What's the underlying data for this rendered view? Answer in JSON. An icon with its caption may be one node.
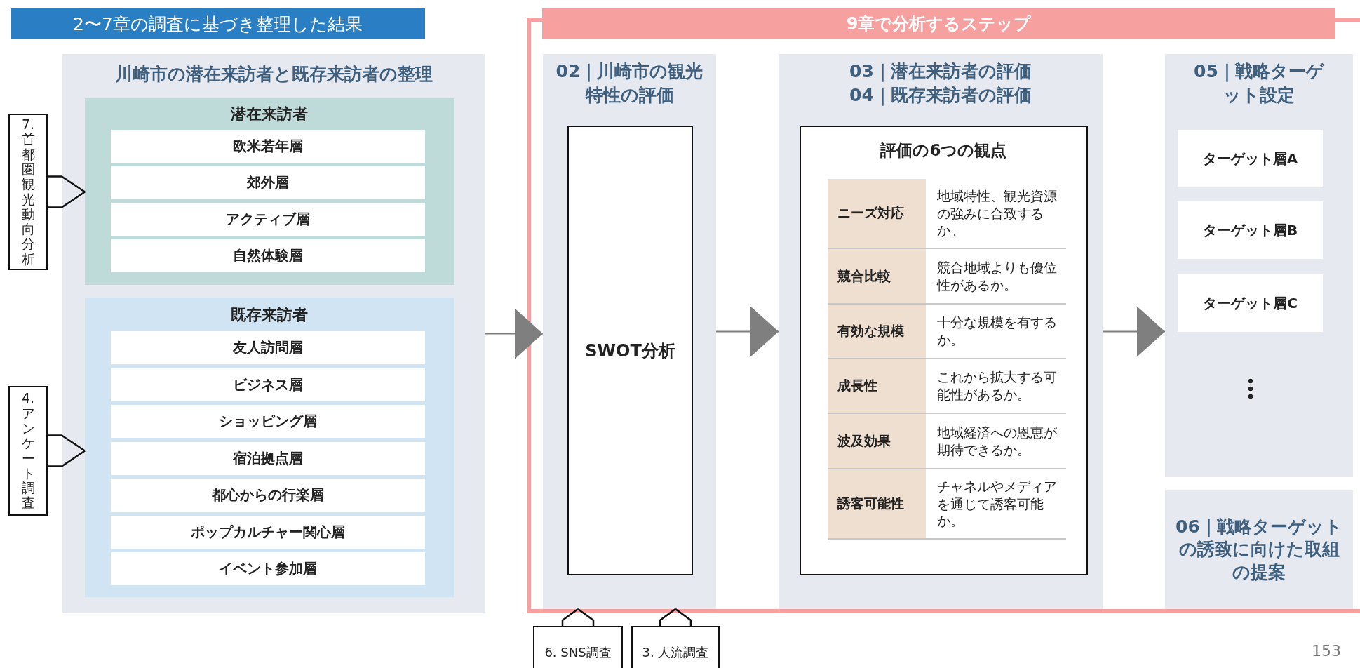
{
  "diagram": {
    "nodes": [
      {
        "text": [
          "2〜7章の調査に基づき整理した結果"
        ]
      },
      {
        "text": [
          "川崎市の潜在来訪者と既存来訪者の整理"
        ]
      },
      {
        "text": [
          "潜在来訪者"
        ],
        "in": 1
      },
      {
        "text": [
          "欧米若年層"
        ],
        "in": 2
      },
      {
        "text": [
          "郊外層"
        ],
        "in": 2
      },
      {
        "text": [
          "アクティブ層"
        ],
        "in": 2
      },
      {
        "text": [
          "自然体験層"
        ],
        "in": 2
      },
      {
        "text": [
          "既存来訪者"
        ],
        "in": 1
      },
      {
        "text": [
          "友人訪問層"
        ],
        "in": 7
      },
      {
        "text": [
          "ビジネス層"
        ],
        "in": 7
      },
      {
        "text": [
          "ショッピング層"
        ],
        "in": 7
      },
      {
        "text": [
          "宿泊拠点層"
        ],
        "in": 7
      },
      {
        "text": [
          "都心からの行楽層"
        ],
        "in": 7
      },
      {
        "text": [
          "ポップカルチャー関心層"
        ],
        "in": 7
      },
      {
        "text": [
          "イベント参加層"
        ],
        "in": 7
      },
      {
        "text": [
          "7. 首都圏観光動向分析"
        ]
      },
      {
        "text": [
          "4. アンケート調査"
        ]
      },
      {
        "text": [
          "9章で分析するステップ"
        ]
      },
      {
        "text": [
          "02｜川崎市の観光特性の評価"
        ],
        "in": 17
      },
      {
        "text": [
          "SWOT分析"
        ],
        "in": 18
      },
      {
        "text": [
          "03｜潜在来訪者の評価",
          "04｜既存来訪者の評価"
        ],
        "in": 17
      },
      {
        "text": [
          "評価の6つの観点"
        ],
        "in": 20
      },
      {
        "text": [
          "05｜戦略ターゲット設定"
        ],
        "in": 17
      },
      {
        "text": [
          "ターゲット層A"
        ],
        "in": 22
      },
      {
        "text": [
          "ターゲット層B"
        ],
        "in": 22
      },
      {
        "text": [
          "ターゲット層C"
        ],
        "in": 22
      },
      {
        "text": [
          "06｜戦略ターゲットの誘致に向けた取組の提案"
        ],
        "in": 17
      },
      {
        "text": [
          "6. SNS調査"
        ]
      },
      {
        "text": [
          "3. 人流調査"
        ]
      }
    ],
    "edges": [
      {
        "from": 1,
        "to": 18,
        "arrow": "to",
        "color": "#7f7f7f"
      },
      {
        "from": 18,
        "to": 20,
        "arrow": "to",
        "color": "#7f7f7f"
      },
      {
        "from": 20,
        "to": 22,
        "arrow": "to",
        "color": "#7f7f7f"
      },
      {
        "from": 15,
        "to": 2,
        "arrow": "none"
      },
      {
        "from": 16,
        "to": 7,
        "arrow": "none"
      },
      {
        "from": 27,
        "to": 18,
        "arrow": "none"
      },
      {
        "from": 28,
        "to": 18,
        "arrow": "none"
      }
    ],
    "labels": [
      "ニーズ対応",
      "地域特性、観光資源の強みに合致するか。",
      "競合比較",
      "競合地域よりも優位性があるか。",
      "有効な規模",
      "十分な規模を有するか。",
      "成長性",
      "これから拡大する可能性があるか。",
      "波及効果",
      "地域経済への恩恵が期待できるか。",
      "誘客可能性",
      "チャネルやメディアを通じて誘客可能か。",
      "153"
    ]
  }
}
